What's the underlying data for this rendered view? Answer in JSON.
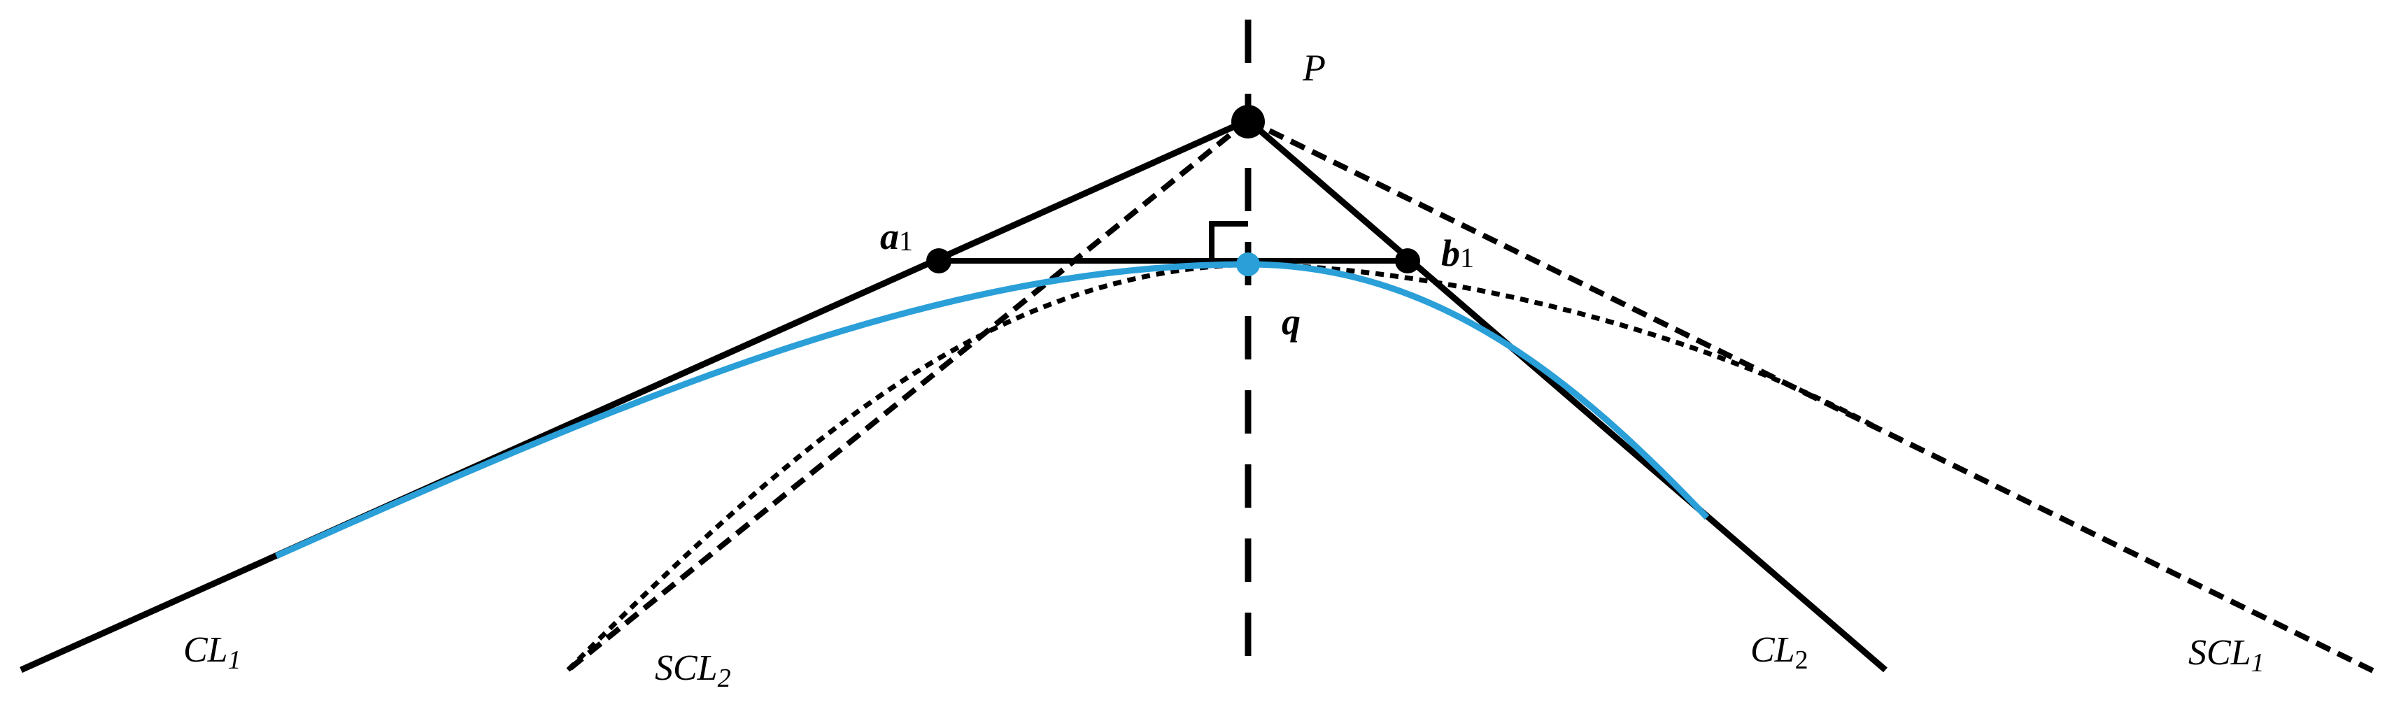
{
  "labels": {
    "P": "P",
    "a": "a",
    "a_sub": "1",
    "b": "b",
    "b_sub": "1",
    "q": "q",
    "CL": "CL",
    "CL1_sub": "1",
    "CL2_sub": "2",
    "SCL": "SCL",
    "SCL1_sub": "1",
    "SCL2_sub": "2"
  },
  "colors": {
    "line": "#000000",
    "curve": "#2a9fd8",
    "point_q": "#2a9fd8"
  }
}
